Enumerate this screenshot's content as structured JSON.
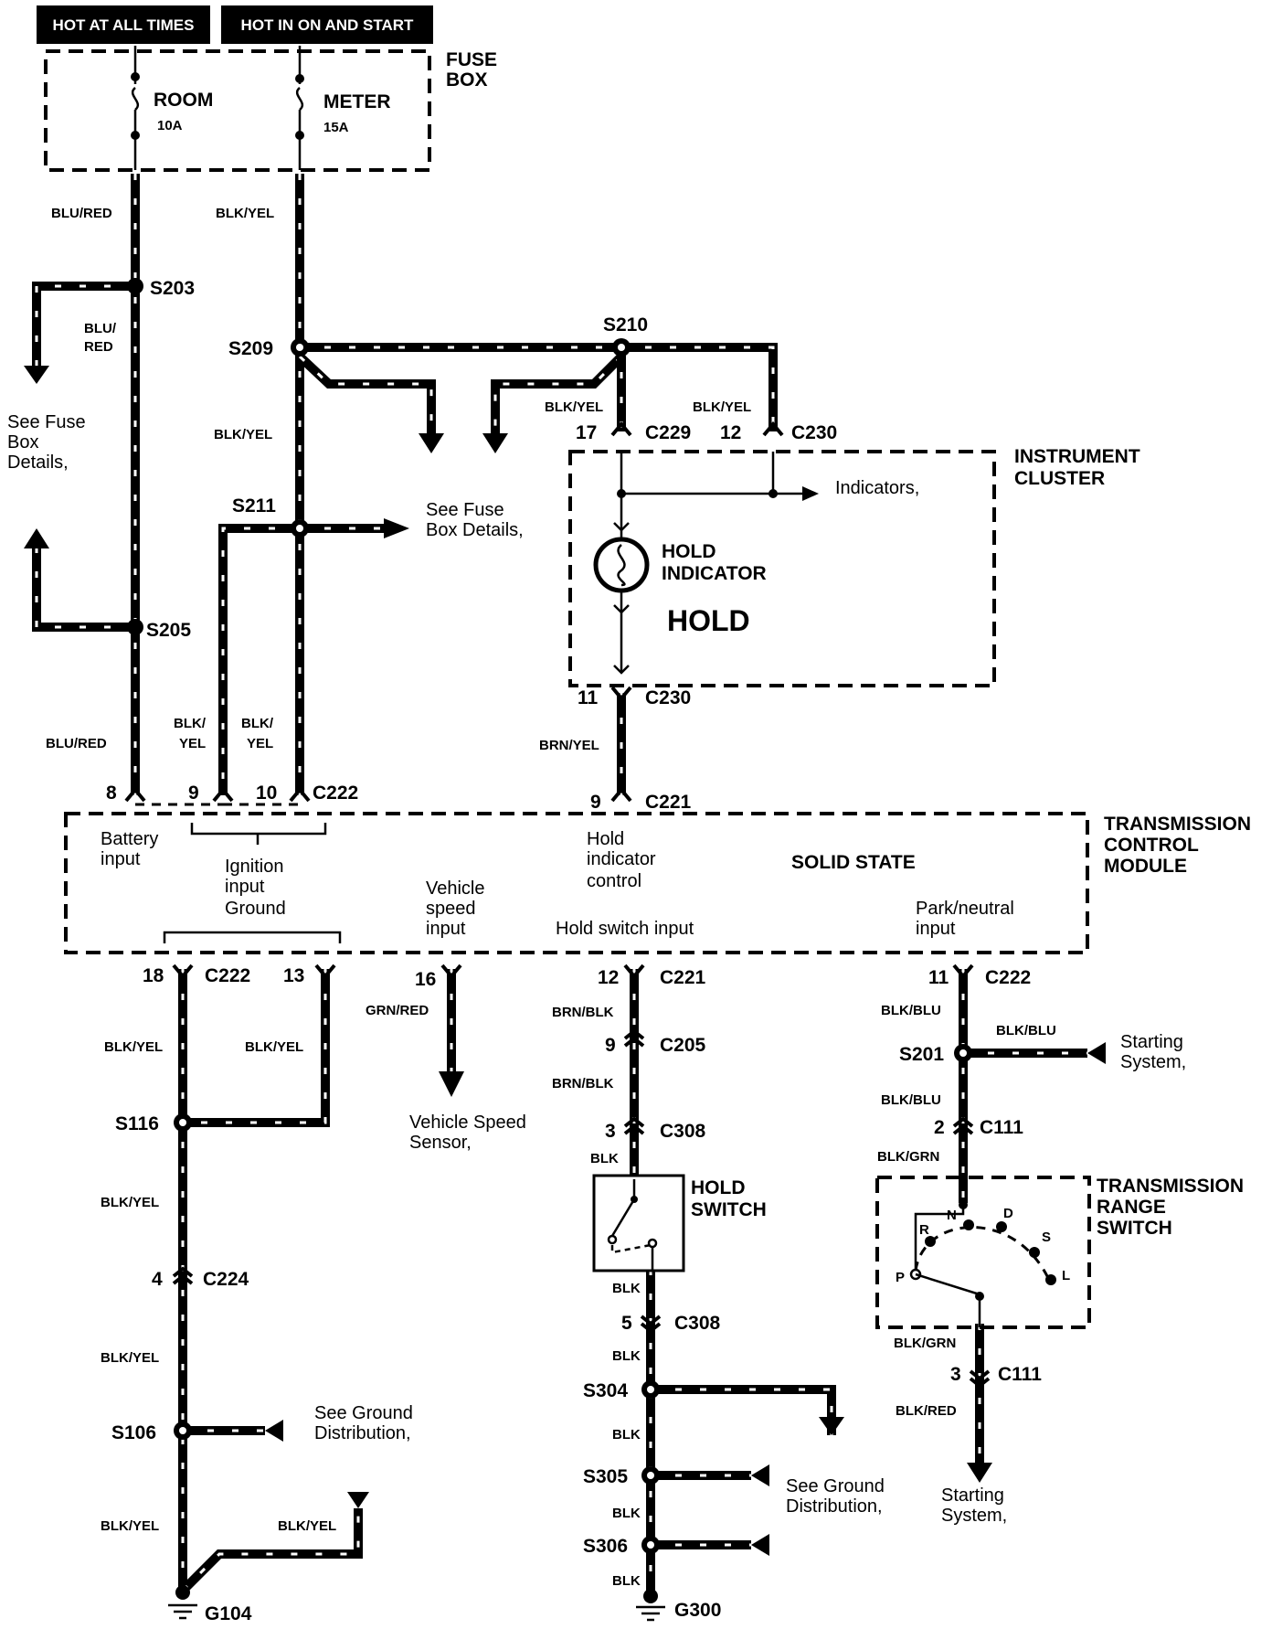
{
  "header": {
    "hot_at_all_times": "HOT AT ALL TIMES",
    "hot_in_on_start": "HOT IN ON AND START"
  },
  "fuse_box": {
    "title_line1": "FUSE",
    "title_line2": "BOX",
    "fuse_room_name": "ROOM",
    "fuse_room_rating": "10A",
    "fuse_meter_name": "METER",
    "fuse_meter_rating": "15A"
  },
  "wires": {
    "blu_red": "BLU/RED",
    "blu_slash": "BLU/",
    "red": "RED",
    "blk_yel": "BLK/YEL",
    "blk_slash": "BLK/",
    "yel": "YEL",
    "brn_yel": "BRN/YEL",
    "grn_red": "GRN/RED",
    "brn_blk": "BRN/BLK",
    "blk": "BLK",
    "blk_blu": "BLK/BLU",
    "blk_grn": "BLK/GRN",
    "blk_red": "BLK/RED"
  },
  "splices": {
    "s203": "S203",
    "s205": "S205",
    "s209": "S209",
    "s210": "S210",
    "s211": "S211",
    "s116": "S116",
    "s106": "S106",
    "s201": "S201",
    "s304": "S304",
    "s305": "S305",
    "s306": "S306"
  },
  "connectors": {
    "c229": "C229",
    "c230": "C230",
    "c222": "C222",
    "c221": "C221",
    "c205": "C205",
    "c308": "C308",
    "c224": "C224",
    "c111": "C111"
  },
  "pins": {
    "p17": "17",
    "p12": "12",
    "p11": "11",
    "p8": "8",
    "p9": "9",
    "p10": "10",
    "p18": "18",
    "p13": "13",
    "p16": "16",
    "p3": "3",
    "p4": "4",
    "p5": "5",
    "p2": "2"
  },
  "grounds": {
    "g104": "G104",
    "g300": "G300"
  },
  "notes": {
    "see_fuse_box": "See Fuse",
    "box": "Box",
    "details": "Details,",
    "box_details": "Box Details,",
    "indicators": "Indicators,",
    "see_ground": "See Ground",
    "distribution": "Distribution,",
    "starting": "Starting",
    "system": "System,",
    "vehicle_speed": "Vehicle Speed",
    "sensor": "Sensor,"
  },
  "instrument_cluster": {
    "title_line1": "INSTRUMENT",
    "title_line2": "CLUSTER",
    "hold_line1": "HOLD",
    "hold_line2": "INDICATOR",
    "hold_big": "HOLD"
  },
  "tcm": {
    "title_line1": "TRANSMISSION",
    "title_line2": "CONTROL",
    "title_line3": "MODULE",
    "solid_state": "SOLID STATE",
    "battery_line1": "Battery",
    "battery_line2": "input",
    "ignition_line1": "Ignition",
    "ignition_line2": "input",
    "ground": "Ground",
    "hold_ind_line1": "Hold",
    "hold_ind_line2": "indicator",
    "hold_ind_line3": "control",
    "vss_line1": "Vehicle",
    "vss_line2": "speed",
    "vss_line3": "input",
    "hold_switch_input": "Hold switch input",
    "park_line1": "Park/neutral",
    "park_line2": "input"
  },
  "hold_switch": {
    "line1": "HOLD",
    "line2": "SWITCH"
  },
  "range_switch": {
    "title_line1": "TRANSMISSION",
    "title_line2": "RANGE",
    "title_line3": "SWITCH",
    "pos_p": "P",
    "pos_r": "R",
    "pos_n": "N",
    "pos_d": "D",
    "pos_s": "S",
    "pos_l": "L"
  }
}
